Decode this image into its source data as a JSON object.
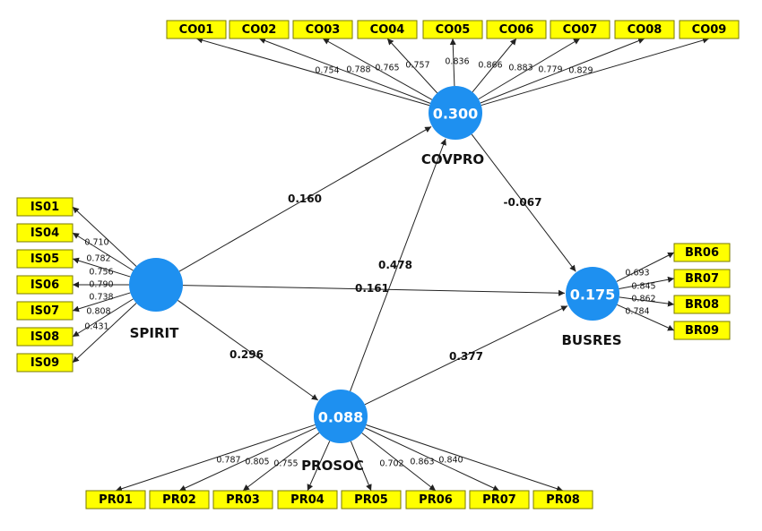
{
  "colors": {
    "construct": "#1e90f0",
    "indicator": "#ffff00",
    "negative": "#e01010",
    "edge": "#222222"
  },
  "constructs": {
    "covpro": {
      "label": "COVPRO",
      "r2": "0.300"
    },
    "spirit": {
      "label": "SPIRIT",
      "r2": ""
    },
    "busres": {
      "label": "BUSRES",
      "r2": "0.175"
    },
    "prosoc": {
      "label": "PROSOC",
      "r2": "0.088"
    }
  },
  "paths": [
    {
      "from": "spirit",
      "to": "covpro",
      "coef": "0.160"
    },
    {
      "from": "spirit",
      "to": "busres",
      "coef": "0.161"
    },
    {
      "from": "spirit",
      "to": "prosoc",
      "coef": "0.296"
    },
    {
      "from": "prosoc",
      "to": "covpro",
      "coef": "0.478"
    },
    {
      "from": "prosoc",
      "to": "busres",
      "coef": "0.377"
    },
    {
      "from": "covpro",
      "to": "busres",
      "coef": "-0.067",
      "negative": true
    }
  ],
  "indicators": {
    "covpro": [
      {
        "name": "CO01",
        "loading": "0.754"
      },
      {
        "name": "CO02",
        "loading": "0.788"
      },
      {
        "name": "CO03",
        "loading": "0.765"
      },
      {
        "name": "CO04",
        "loading": "0.757"
      },
      {
        "name": "CO05",
        "loading": "0.836"
      },
      {
        "name": "CO06",
        "loading": "0.866"
      },
      {
        "name": "CO07",
        "loading": "0.883"
      },
      {
        "name": "CO08",
        "loading": "0.779"
      },
      {
        "name": "CO09",
        "loading": "0.829"
      }
    ],
    "spirit": [
      {
        "name": "IS01",
        "loading": "0.710"
      },
      {
        "name": "IS04",
        "loading": "0.782"
      },
      {
        "name": "IS05",
        "loading": "0.756"
      },
      {
        "name": "IS06",
        "loading": "0.790"
      },
      {
        "name": "IS07",
        "loading": "0.738"
      },
      {
        "name": "IS08",
        "loading": "0.808"
      },
      {
        "name": "IS09",
        "loading": "0.431"
      }
    ],
    "busres": [
      {
        "name": "BR06",
        "loading": "0.693"
      },
      {
        "name": "BR07",
        "loading": "0.845"
      },
      {
        "name": "BR08",
        "loading": "0.862"
      },
      {
        "name": "BR09",
        "loading": "0.784"
      }
    ],
    "prosoc": [
      {
        "name": "PR01",
        "loading": "0.787"
      },
      {
        "name": "PR02",
        "loading": "0.805"
      },
      {
        "name": "PR03",
        "loading": "0.755"
      },
      {
        "name": "PR04",
        "loading": ""
      },
      {
        "name": "PR05",
        "loading": ""
      },
      {
        "name": "PR06",
        "loading": "0.702"
      },
      {
        "name": "PR07",
        "loading": "0.863"
      },
      {
        "name": "PR08",
        "loading": "0.840"
      }
    ]
  }
}
